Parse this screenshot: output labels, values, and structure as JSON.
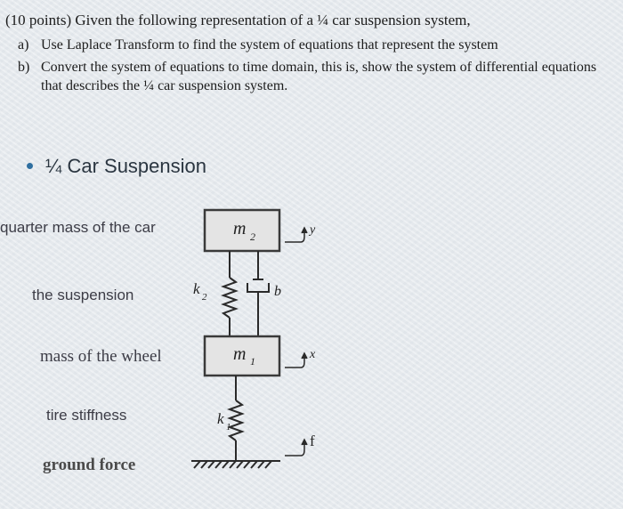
{
  "problem": {
    "title": "(10 points) Given the following representation of a ¼ car suspension system,",
    "items": [
      {
        "label": "a)",
        "text": "Use Laplace Transform to find the system of equations that represent the system"
      },
      {
        "label": "b)",
        "text": "Convert the system of equations to time domain, this is, show the system of differential equations that describes the ¼ car suspension system."
      }
    ]
  },
  "section": {
    "heading": "¼ Car Suspension"
  },
  "labels": {
    "quarter_mass": "quarter mass of the car",
    "suspension": "the suspension",
    "wheel_mass": "mass of the wheel",
    "tire": "tire stiffness",
    "ground": "ground force"
  },
  "diagram": {
    "m2": "m",
    "m2_sub": "2",
    "m1": "m",
    "m1_sub": "1",
    "k2": "k",
    "k2_sub": "2",
    "k1": "k",
    "k1_sub": "1",
    "b": "b",
    "y": "y",
    "x": "x",
    "f": "f"
  },
  "colors": {
    "box_border": "#3a3a3a",
    "box_fill": "#e4e4e4",
    "bullet": "#2f6fa0"
  }
}
